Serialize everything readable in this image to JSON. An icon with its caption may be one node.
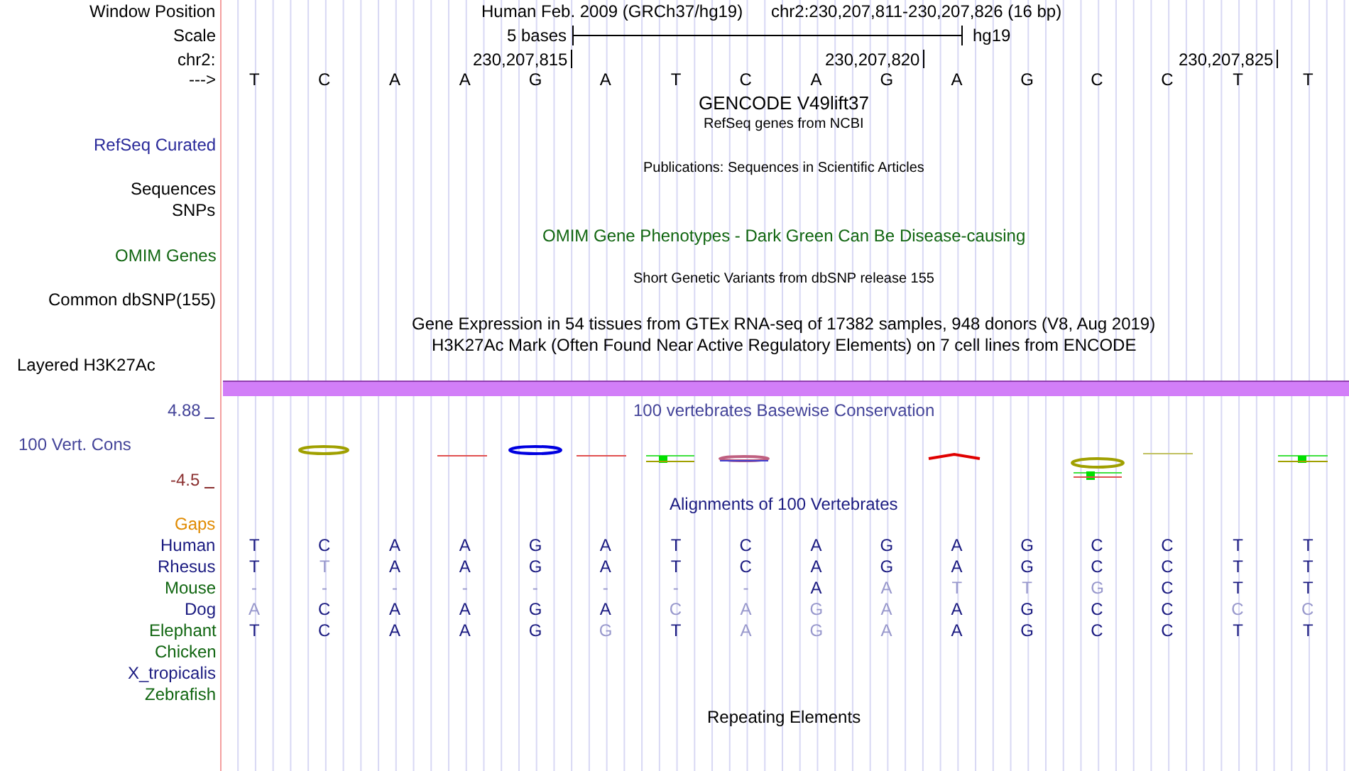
{
  "diagram": {
    "labels": [
      "Window Position",
      "Human Feb. 2009 (GRCh37/hg19)",
      "chr2:230,207,811-230,207,826 (16 bp)",
      "Scale",
      "5 bases",
      "hg19",
      "chr2:",
      "230,207,815",
      "230,207,820",
      "230,207,825",
      "--->",
      "T",
      "C",
      "A",
      "A",
      "G",
      "A",
      "T",
      "C",
      "A",
      "G",
      "A",
      "G",
      "C",
      "C",
      "T",
      "T",
      "GENCODE V49lift37",
      "RefSeq genes from NCBI",
      "RefSeq Curated",
      "Publications: Sequences in Scientific Articles",
      "Sequences",
      "SNPs",
      "OMIM Gene Phenotypes - Dark Green Can Be Disease-causing",
      "OMIM Genes",
      "Short Genetic Variants from dbSNP release 155",
      "Common dbSNP(155)",
      "Gene Expression in 54 tissues from GTEx RNA-seq of 17382 samples, 948 donors (V8, Aug 2019)",
      "H3K27Ac Mark (Often Found Near Active Regulatory Elements) on 7 cell lines from ENCODE",
      "Layered H3K27Ac",
      "4.88",
      "100 vertebrates Basewise Conservation",
      "100 Vert. Cons",
      "-4.5",
      "Alignments of 100 Vertebrates",
      "Gaps",
      "Human",
      "T",
      "C",
      "A",
      "A",
      "G",
      "A",
      "T",
      "C",
      "A",
      "G",
      "A",
      "G",
      "C",
      "C",
      "T",
      "T",
      "Rhesus",
      "T",
      "T",
      "A",
      "A",
      "G",
      "A",
      "T",
      "C",
      "A",
      "G",
      "A",
      "G",
      "C",
      "C",
      "T",
      "T",
      "Mouse",
      "-",
      "-",
      "-",
      "-",
      "-",
      "-",
      "-",
      "-",
      "A",
      "A",
      "T",
      "T",
      "G",
      "C",
      "T",
      "T",
      "Dog",
      "A",
      "C",
      "A",
      "A",
      "G",
      "A",
      "C",
      "A",
      "G",
      "A",
      "A",
      "G",
      "C",
      "C",
      "C",
      "C",
      "Elephant",
      "T",
      "C",
      "A",
      "A",
      "G",
      "G",
      "T",
      "A",
      "G",
      "A",
      "A",
      "G",
      "C",
      "C",
      "T",
      "T",
      "Chicken",
      "X_tropicalis",
      "Zebrafish",
      "Repeating Elements"
    ]
  }
}
